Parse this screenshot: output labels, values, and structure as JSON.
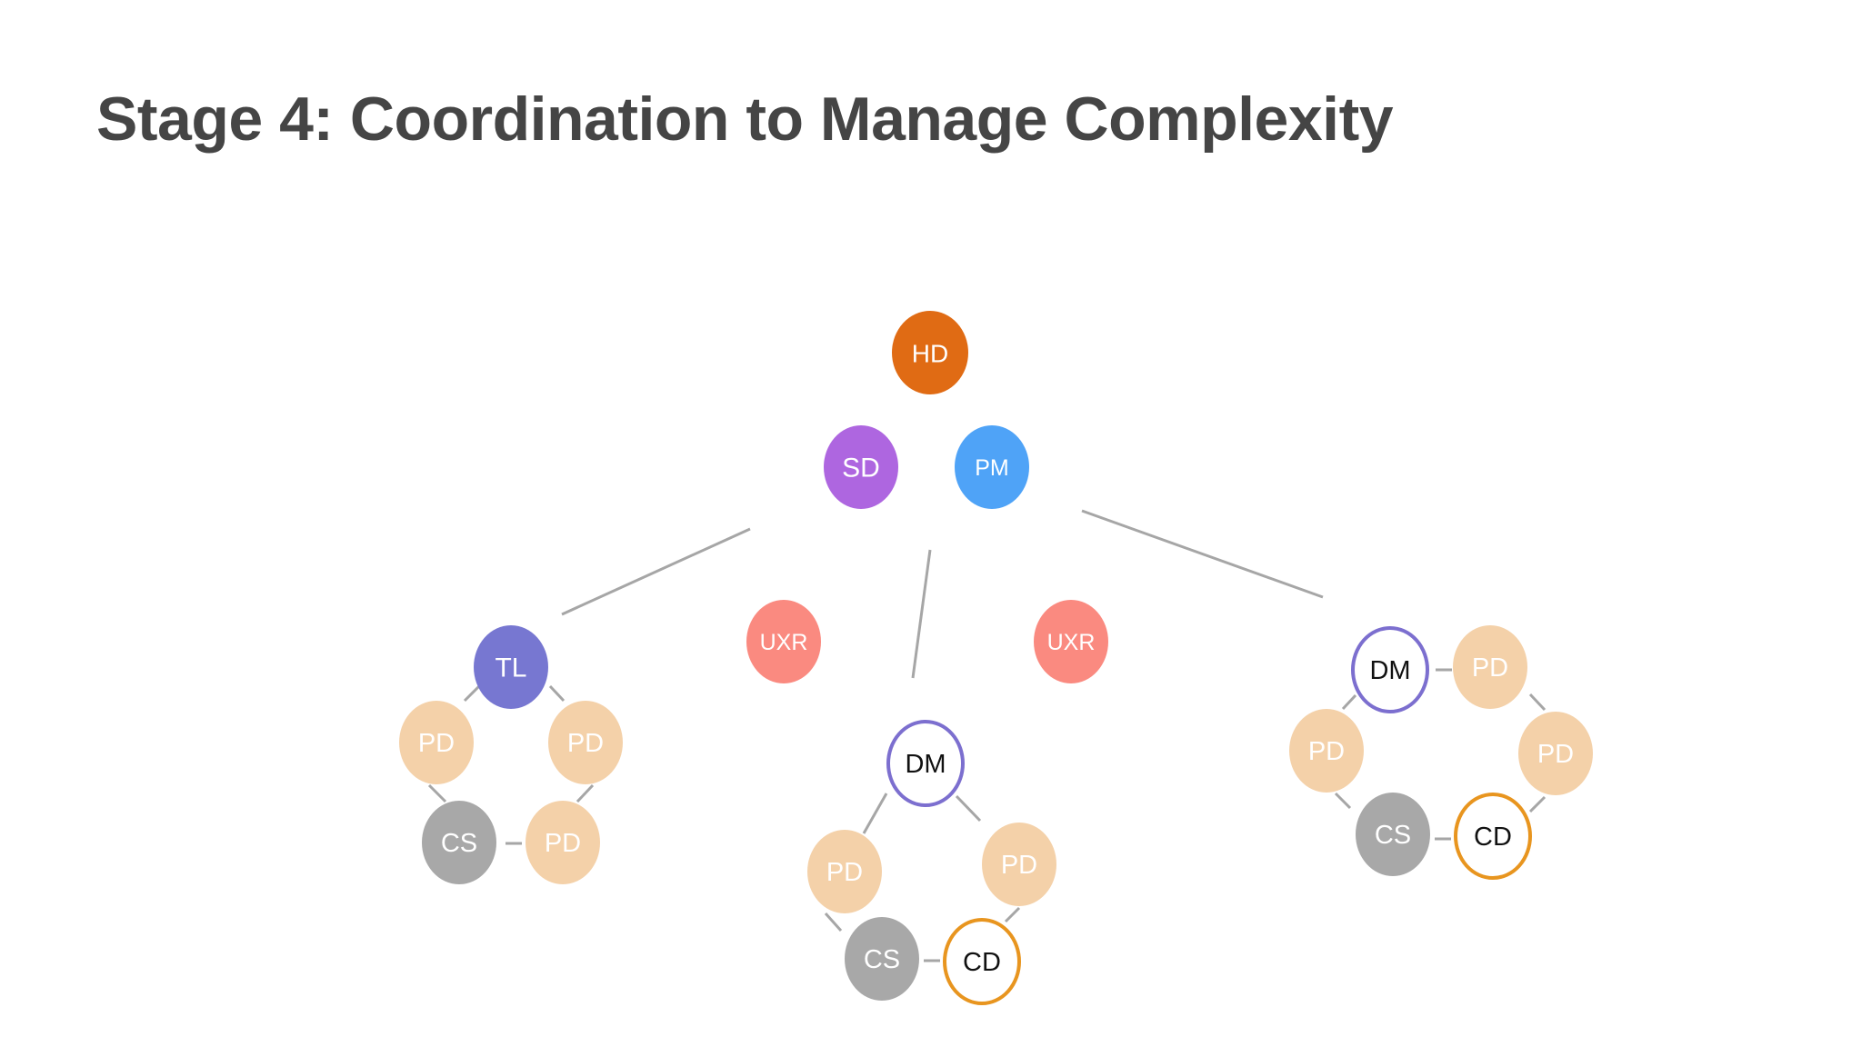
{
  "title": "Stage 4: Coordination to Manage Complexity",
  "colors": {
    "head": "#E06B14",
    "senior": "#AE66E0",
    "pm": "#4FA3F7",
    "uxr": "#FA8A80",
    "tl": "#7777D1",
    "pd": "#F4D1A9",
    "cs": "#A8A8A8",
    "dm_ring": "#7C6FCF",
    "cd_ring": "#E8951F",
    "line": "#A6A6A6"
  },
  "leadership": {
    "hd": "HD",
    "sd": "SD",
    "pm": "PM"
  },
  "researchers": [
    "UXR",
    "UXR"
  ],
  "teams": {
    "left": {
      "lead": "TL",
      "pd": [
        "PD",
        "PD",
        "PD"
      ],
      "cs": "CS"
    },
    "center": {
      "lead": "DM",
      "pd": [
        "PD",
        "PD"
      ],
      "cs": "CS",
      "cd": "CD"
    },
    "right": {
      "lead": "DM",
      "pd": [
        "PD",
        "PD",
        "PD"
      ],
      "cs": "CS",
      "cd": "CD"
    }
  }
}
